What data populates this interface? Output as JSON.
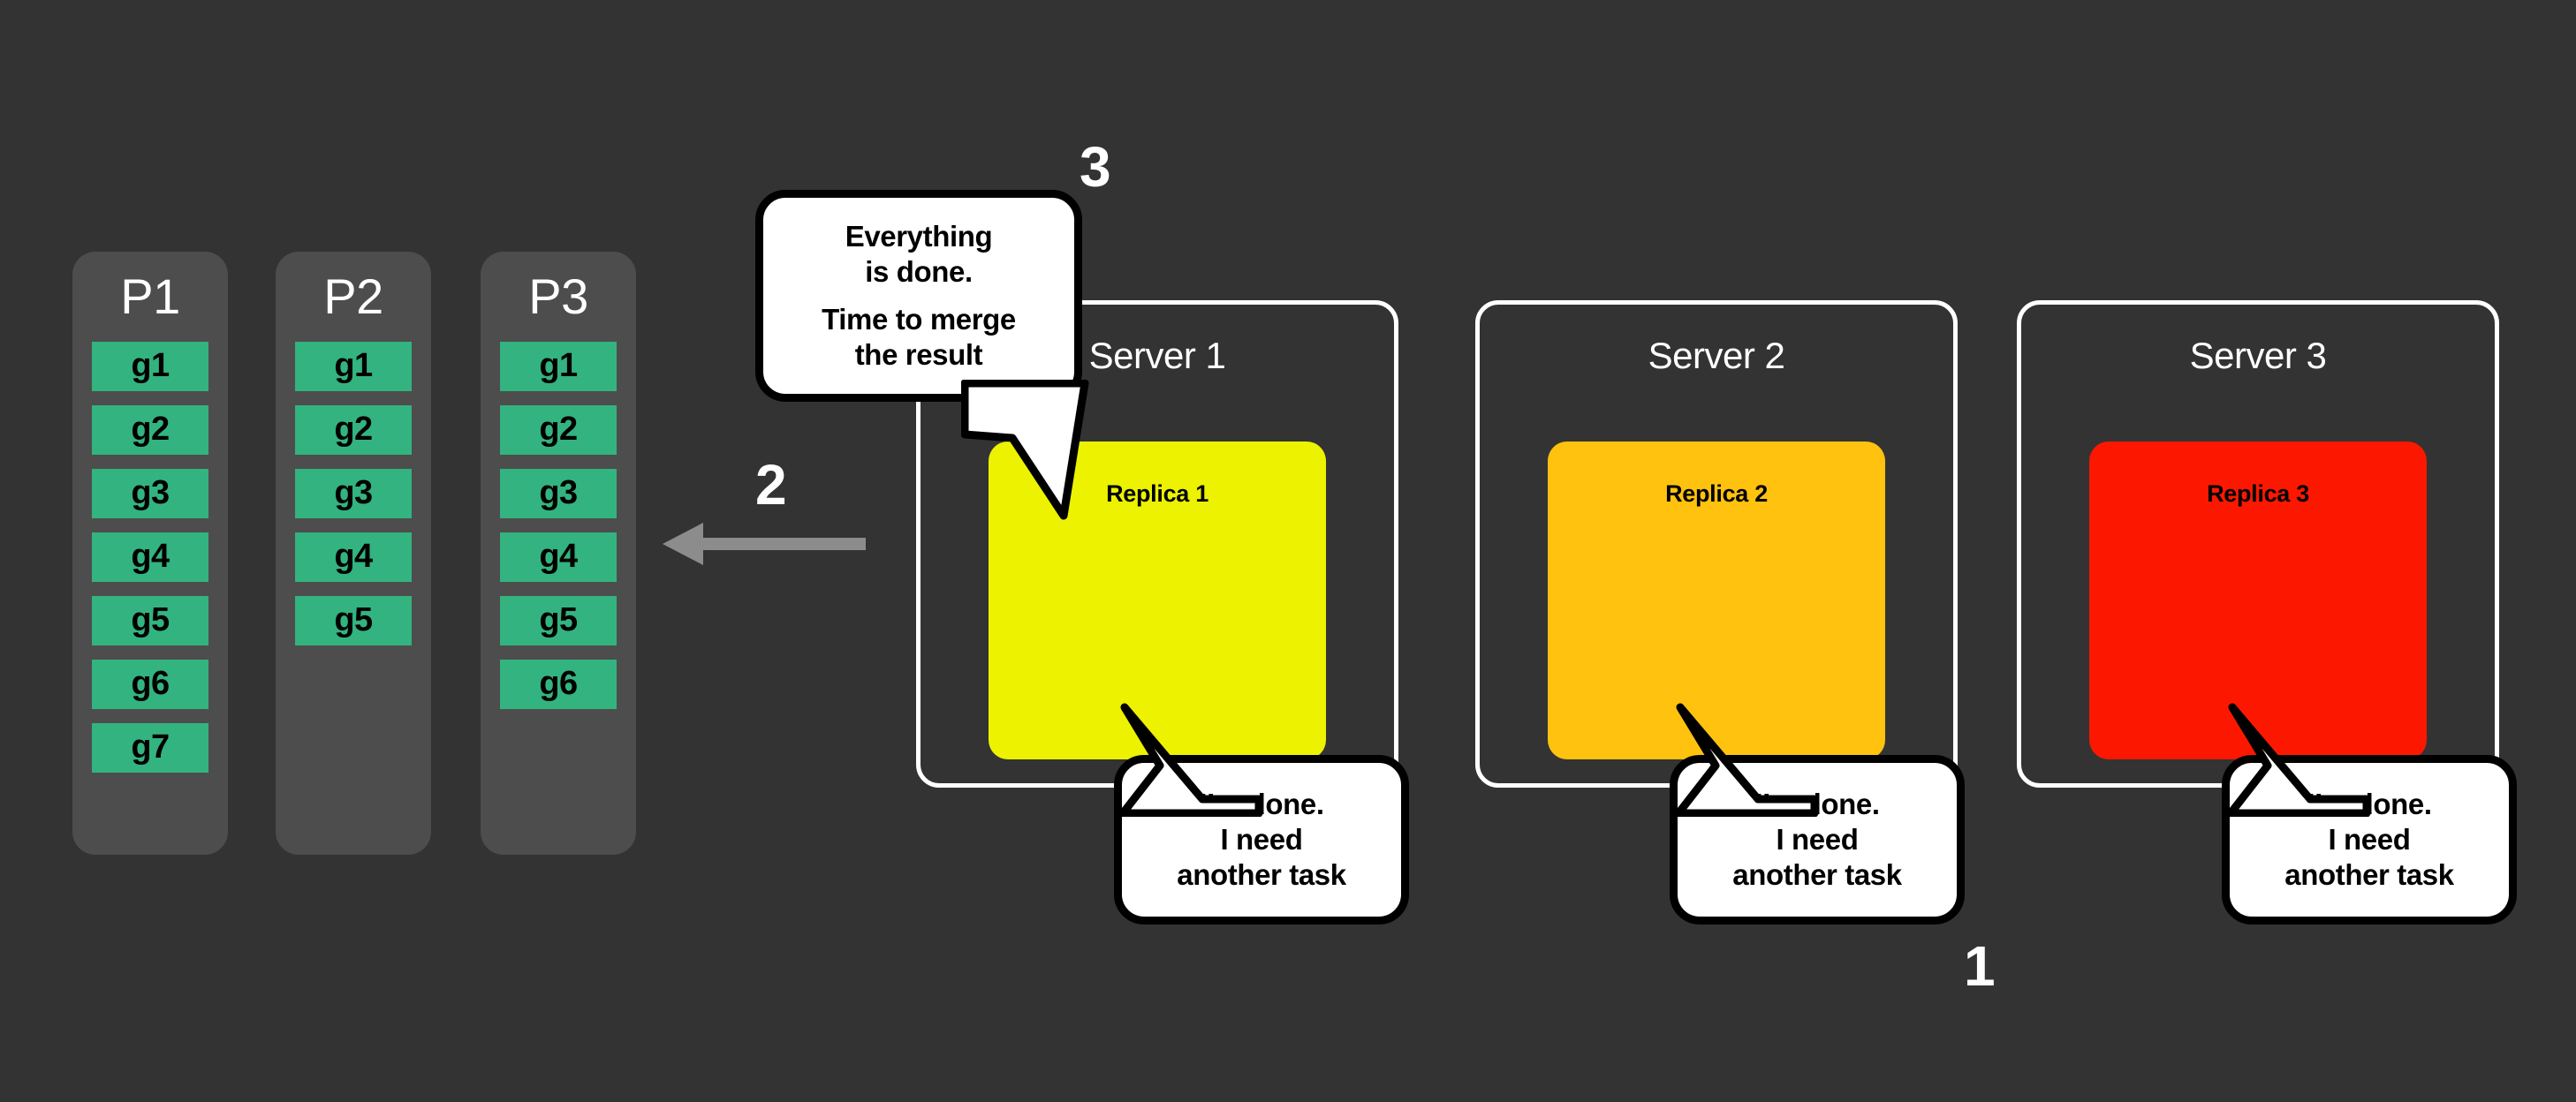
{
  "background_color": "#333333",
  "palette": {
    "partition_bg": "#4d4d4d",
    "chunk_green": "#33b37f",
    "replica_1_yellow": "#ecf200",
    "replica_2_amber": "#ffc20e",
    "replica_3_red": "#fc1800",
    "server_border": "#ffffff",
    "bubble_bg": "#ffffff",
    "bubble_stroke": "#000000",
    "arrow_gray": "#8c8c8c",
    "text_white": "#ffffff",
    "text_black": "#000000"
  },
  "partitions": [
    {
      "title": "P1",
      "chunks": [
        "g1",
        "g2",
        "g3",
        "g4",
        "g5",
        "g6",
        "g7"
      ]
    },
    {
      "title": "P2",
      "chunks": [
        "g1",
        "g2",
        "g3",
        "g4",
        "g5"
      ]
    },
    {
      "title": "P3",
      "chunks": [
        "g1",
        "g2",
        "g3",
        "g4",
        "g5",
        "g6"
      ]
    }
  ],
  "servers": [
    {
      "title": "Server 1",
      "replica_label": "Replica 1",
      "replica_color": "#ecf200"
    },
    {
      "title": "Server 2",
      "replica_label": "Replica 2",
      "replica_color": "#ffc20e"
    },
    {
      "title": "Server 3",
      "replica_label": "Replica 3",
      "replica_color": "#fc1800"
    }
  ],
  "bubbles": {
    "merge": {
      "line1": "Everything",
      "line2": "is done.",
      "line3": "Time to merge",
      "line4": "the result"
    },
    "done": {
      "line1": "I’m done.",
      "line2": "I need",
      "line3": "another task"
    }
  },
  "steps": {
    "one": "1",
    "two": "2",
    "three": "3"
  },
  "arrow": {
    "direction": "left",
    "color": "#8c8c8c"
  }
}
